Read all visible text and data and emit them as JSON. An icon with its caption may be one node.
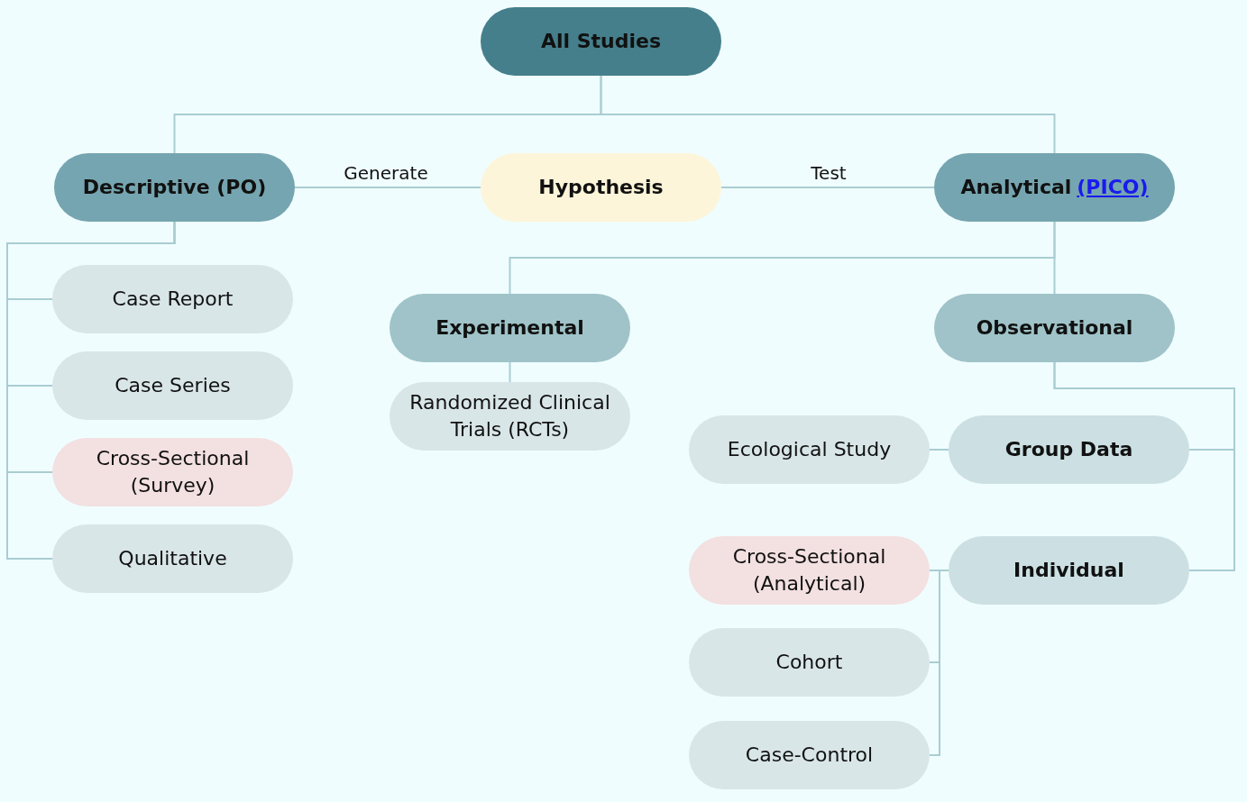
{
  "diagram": {
    "nodes": [
      {
        "text": [
          "All Studies"
        ]
      },
      {
        "text": [
          "Descriptive (PO)"
        ]
      },
      {
        "text": [
          "Hypothesis"
        ]
      },
      {
        "text": [
          "Analytical",
          "(PICO)"
        ]
      },
      {
        "text": [
          "Case Report"
        ]
      },
      {
        "text": [
          "Case Series"
        ]
      },
      {
        "text": [
          "Cross-Sectional (Survey)"
        ]
      },
      {
        "text": [
          "Qualitative"
        ]
      },
      {
        "text": [
          "Experimental"
        ]
      },
      {
        "text": [
          "Observational"
        ]
      },
      {
        "text": [
          "Randomized Clinical Trials (RCTs)"
        ]
      },
      {
        "text": [
          "Ecological Study"
        ]
      },
      {
        "text": [
          "Group Data"
        ]
      },
      {
        "text": [
          "Cross-Sectional (Analytical)"
        ]
      },
      {
        "text": [
          "Individual"
        ]
      },
      {
        "text": [
          "Cohort"
        ]
      },
      {
        "text": [
          "Case-Control"
        ]
      }
    ],
    "edges": [
      {
        "from": 0,
        "to": 1,
        "arrow": "none"
      },
      {
        "from": 0,
        "to": 3,
        "arrow": "none"
      },
      {
        "from": 1,
        "to": 2,
        "arrow": "none",
        "label": "Generate"
      },
      {
        "from": 2,
        "to": 3,
        "arrow": "none",
        "label": "Test"
      },
      {
        "from": 1,
        "to": 4,
        "arrow": "none"
      },
      {
        "from": 1,
        "to": 5,
        "arrow": "none"
      },
      {
        "from": 1,
        "to": 6,
        "arrow": "none"
      },
      {
        "from": 1,
        "to": 7,
        "arrow": "none"
      },
      {
        "from": 3,
        "to": 8,
        "arrow": "none"
      },
      {
        "from": 3,
        "to": 9,
        "arrow": "none"
      },
      {
        "from": 8,
        "to": 10,
        "arrow": "none"
      },
      {
        "from": 9,
        "to": 12,
        "arrow": "none"
      },
      {
        "from": 9,
        "to": 14,
        "arrow": "none"
      },
      {
        "from": 12,
        "to": 11,
        "arrow": "none"
      },
      {
        "from": 14,
        "to": 13,
        "arrow": "none"
      },
      {
        "from": 14,
        "to": 15,
        "arrow": "none"
      },
      {
        "from": 14,
        "to": 16,
        "arrow": "none"
      }
    ]
  }
}
